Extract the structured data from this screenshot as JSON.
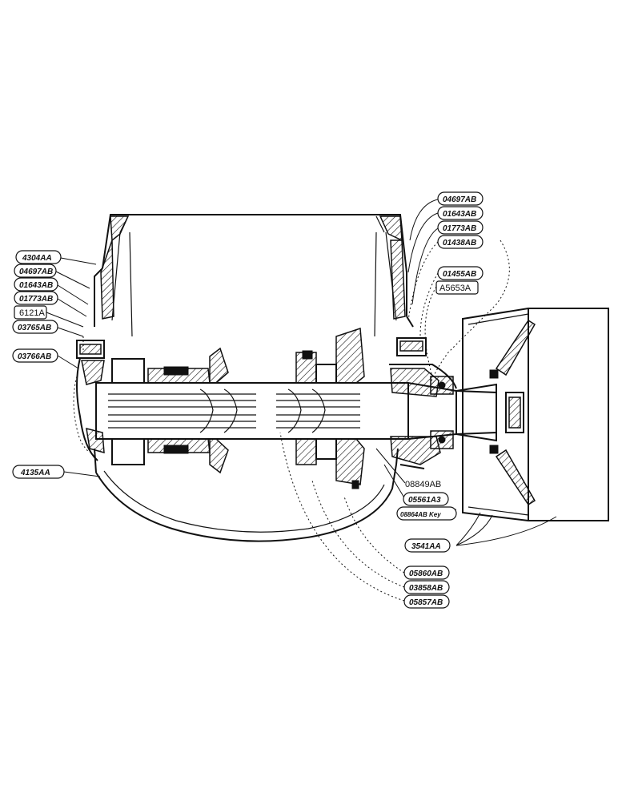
{
  "callouts": {
    "left": [
      {
        "id": "l1",
        "text": "4304AA"
      },
      {
        "id": "l2",
        "text": "04697AB"
      },
      {
        "id": "l3",
        "text": "01643AB"
      },
      {
        "id": "l4",
        "text": "01773AB"
      },
      {
        "id": "l5",
        "text": "6121A"
      },
      {
        "id": "l6",
        "text": "03765AB"
      },
      {
        "id": "l7",
        "text": "03766AB"
      },
      {
        "id": "l8",
        "text": "4135AA"
      }
    ],
    "right_top": [
      {
        "id": "r1",
        "text": "04697AB"
      },
      {
        "id": "r2",
        "text": "01643AB"
      },
      {
        "id": "r3",
        "text": "01773AB"
      },
      {
        "id": "r4",
        "text": "01438AB"
      },
      {
        "id": "r5",
        "text": "01455AB"
      },
      {
        "id": "r6",
        "text": "A5653A"
      }
    ],
    "right_bottom": [
      {
        "id": "b1",
        "text": "08849AB"
      },
      {
        "id": "b2",
        "text": "05561A3"
      },
      {
        "id": "b3",
        "text": "08864AB Key"
      },
      {
        "id": "b4",
        "text": "3541AA"
      },
      {
        "id": "b5",
        "text": "05860AB"
      },
      {
        "id": "b6",
        "text": "03858AB"
      },
      {
        "id": "b7",
        "text": "05857AB"
      }
    ]
  }
}
